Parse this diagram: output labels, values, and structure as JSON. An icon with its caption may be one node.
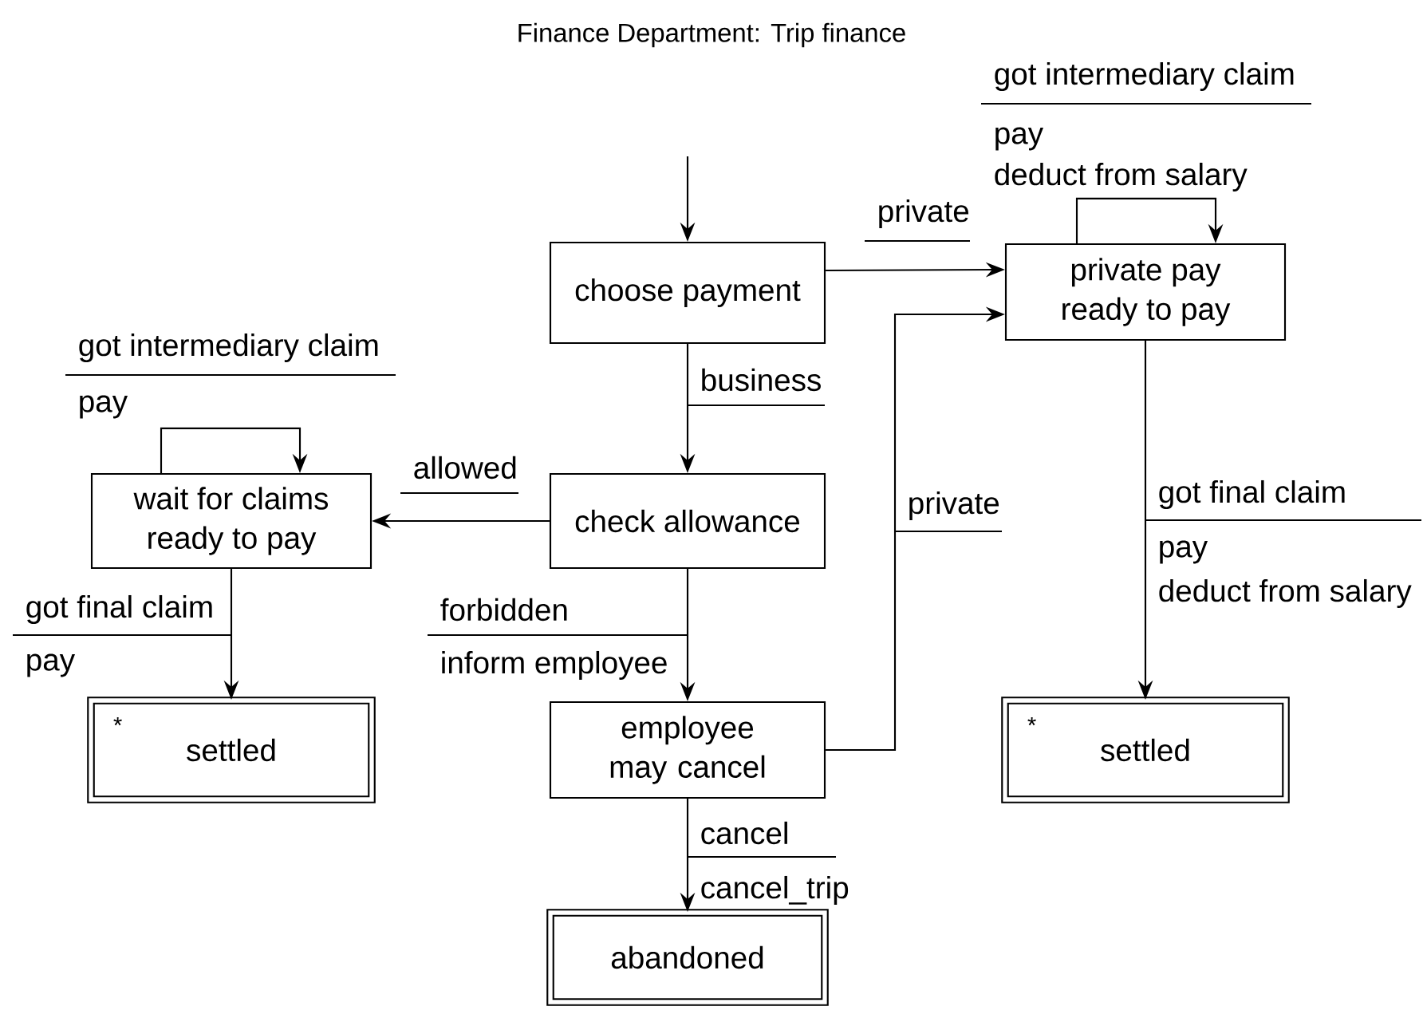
{
  "diagram": {
    "title": "Finance Department: Trip finance",
    "nodes": [
      {
        "text": [
          "choose payment"
        ]
      },
      {
        "text": [
          "private pay",
          "ready to pay"
        ]
      },
      {
        "text": [
          "wait for claims",
          "ready to pay"
        ]
      },
      {
        "text": [
          "check allowance"
        ]
      },
      {
        "text": [
          "*",
          "settled"
        ]
      },
      {
        "text": [
          "employee may cancel"
        ]
      },
      {
        "text": [
          "*",
          "settled"
        ]
      },
      {
        "text": [
          "abandoned"
        ]
      }
    ],
    "edges": [
      {
        "from": null,
        "to": 0,
        "arrow": "to"
      },
      {
        "from": 0,
        "to": 1,
        "arrow": "to",
        "label": "private"
      },
      {
        "from": 0,
        "to": 3,
        "arrow": "to",
        "label": "business"
      },
      {
        "from": 3,
        "to": 2,
        "arrow": "to",
        "label": "allowed"
      },
      {
        "from": 3,
        "to": 5,
        "arrow": "to",
        "label": "forbidden"
      },
      {
        "from": 5,
        "to": 1,
        "arrow": "to",
        "label": "private"
      },
      {
        "from": 5,
        "to": 7,
        "arrow": "to",
        "label": "cancel"
      },
      {
        "from": 2,
        "to": 4,
        "arrow": "to",
        "label": "got final claim"
      },
      {
        "from": 2,
        "to": 2,
        "arrow": "to",
        "label": "got intermediary claim"
      },
      {
        "from": 1,
        "to": 1,
        "arrow": "to",
        "label": "got intermediary claim"
      },
      {
        "from": 1,
        "to": 6,
        "arrow": "to",
        "label": "got final claim"
      }
    ],
    "labels": [
      "pay",
      "deduct from salary",
      "pay",
      "pay",
      "deduct from salary",
      "pay",
      "inform employee",
      "cancel_trip"
    ]
  }
}
